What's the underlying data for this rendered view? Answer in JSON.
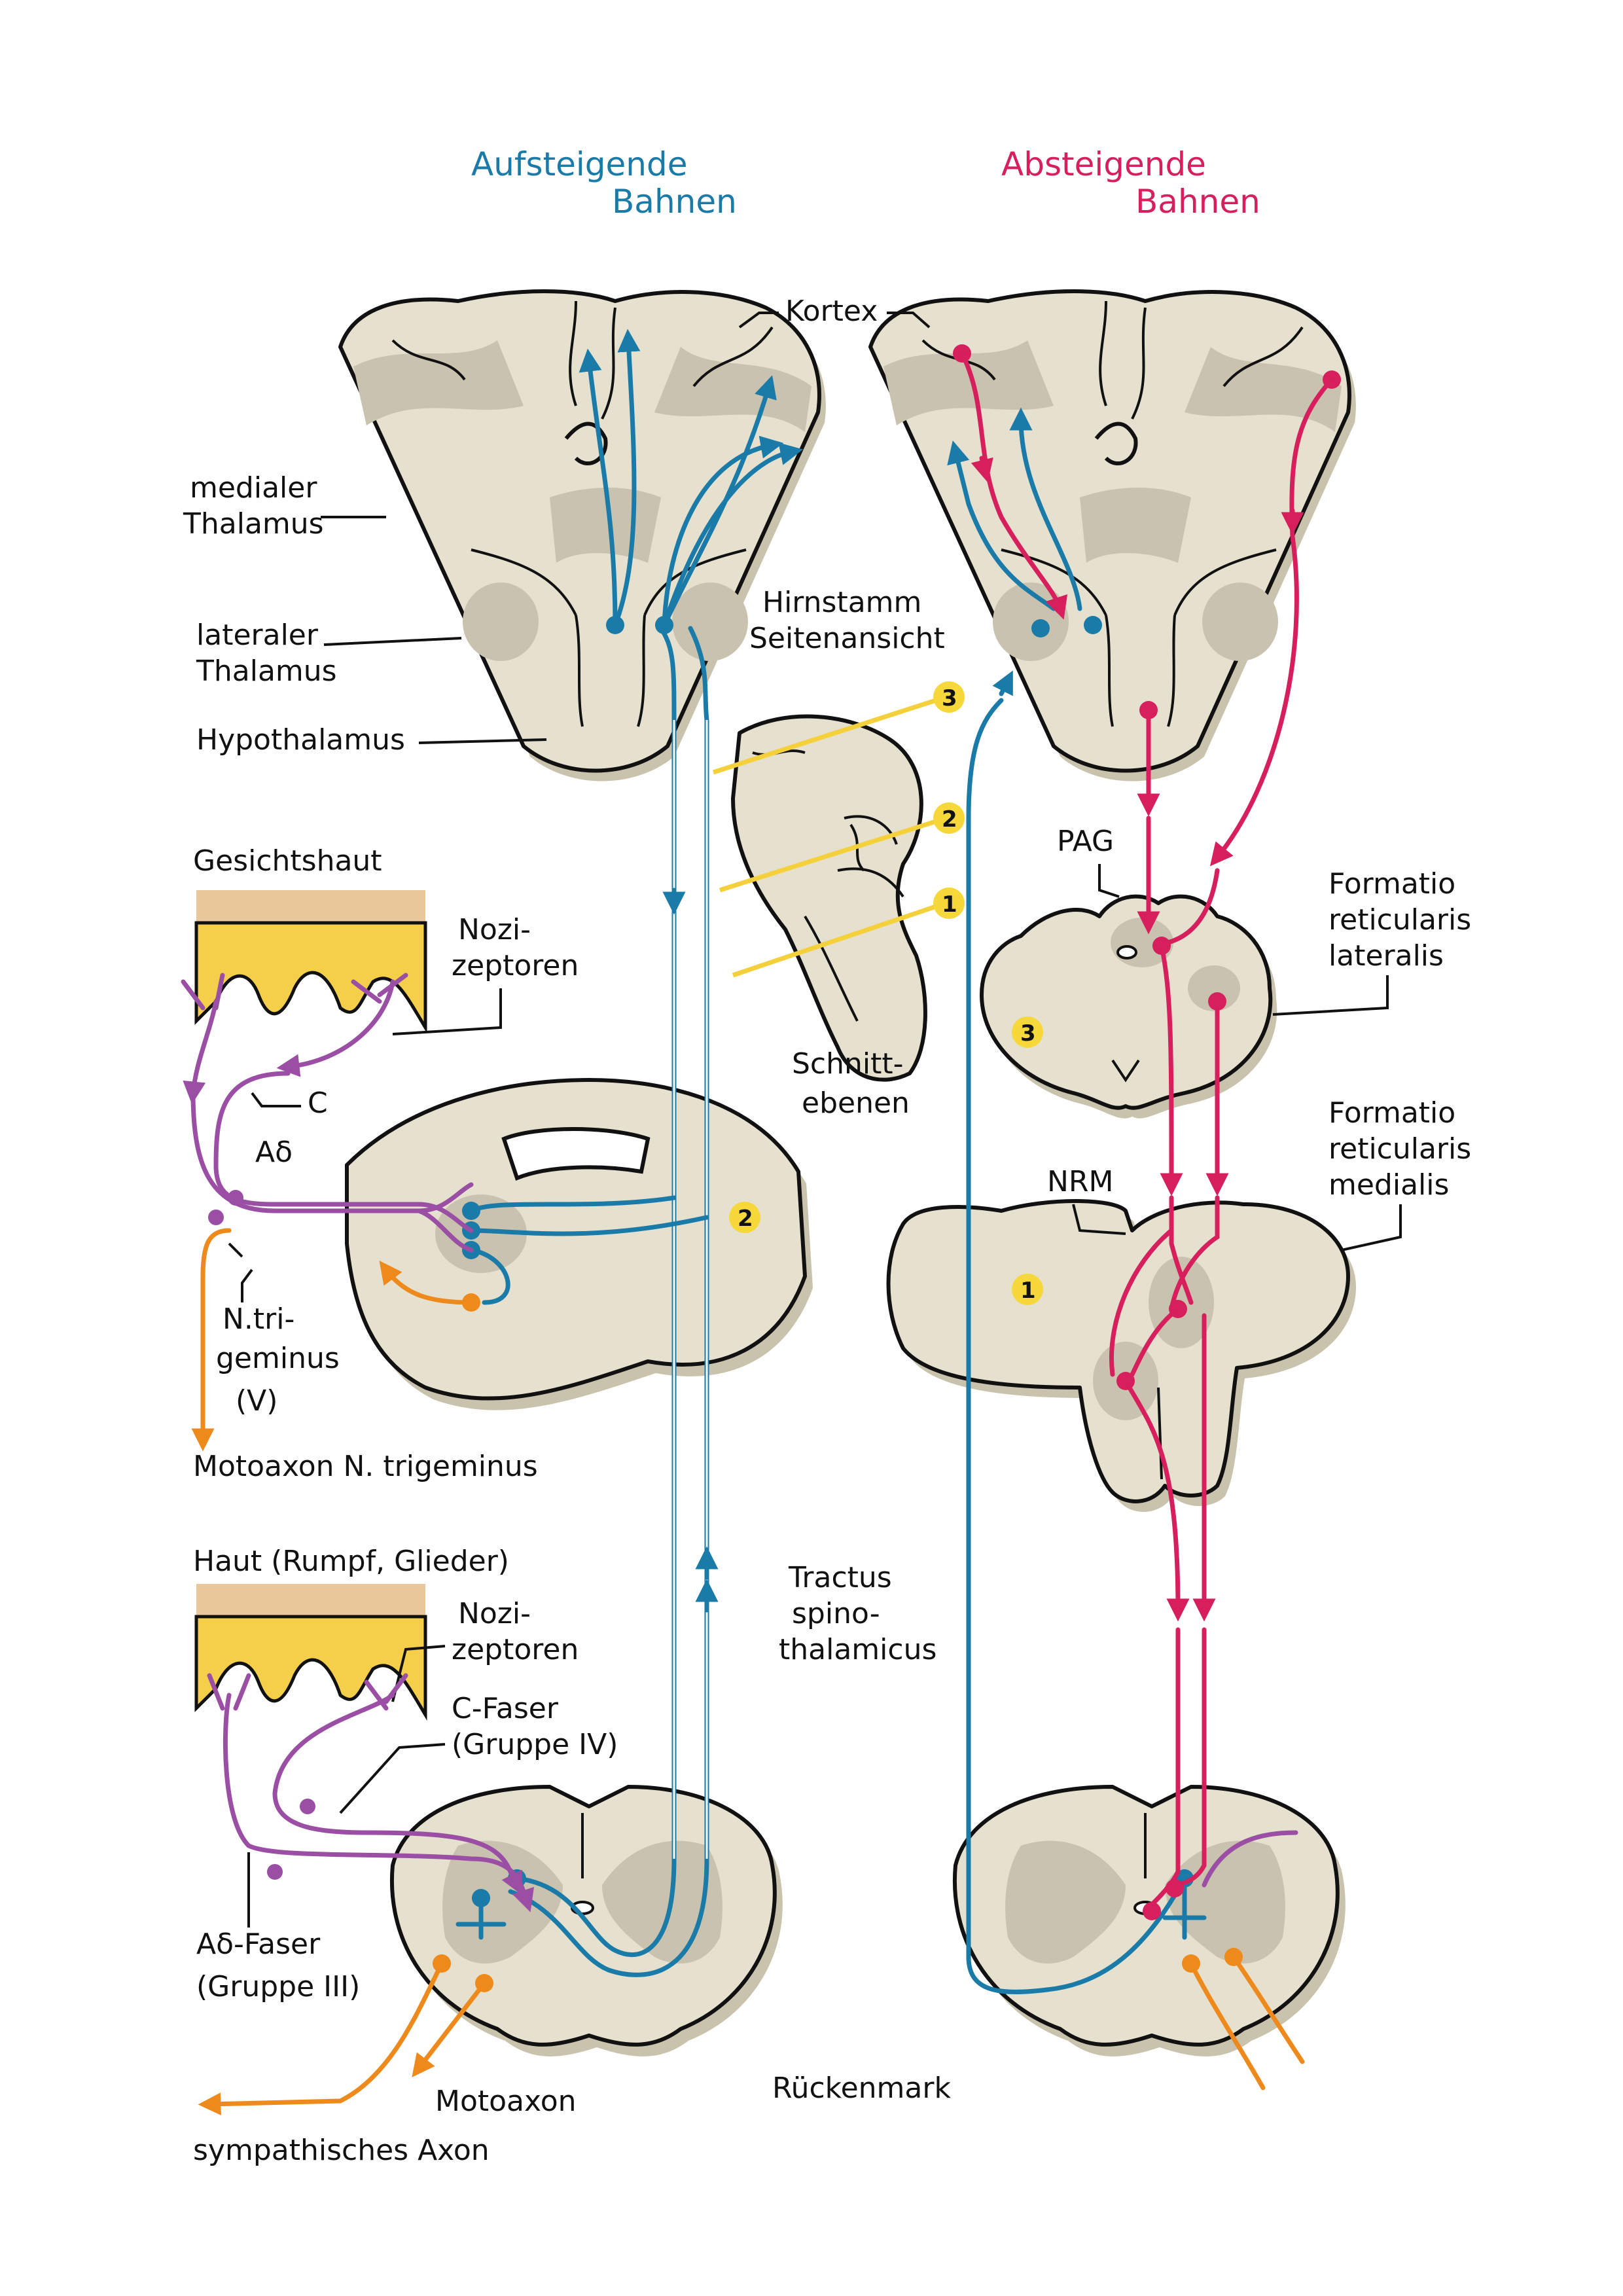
{
  "headers": {
    "ascending": [
      "Aufsteigende",
      "Bahnen"
    ],
    "descending": [
      "Absteigende",
      "Bahnen"
    ]
  },
  "labels": {
    "kortex": "Kortex",
    "medialer_thalamus": [
      "medialer",
      "Thalamus"
    ],
    "lateraler_thalamus": [
      "lateraler",
      "Thalamus"
    ],
    "hypothalamus": "Hypothalamus",
    "hirnstamm": [
      "Hirnstamm",
      "Seitenansicht"
    ],
    "schnittebenen": [
      "Schnitt-",
      "ebenen"
    ],
    "gesichtshaut": "Gesichtshaut",
    "nozizeptoren_top": [
      "Nozi-",
      "zeptoren"
    ],
    "c": "C",
    "a_delta": "Aδ",
    "n_trigeminus": [
      "N.tri-",
      "geminus",
      "(V)"
    ],
    "motoaxon_trigeminus": "Motoaxon N. trigeminus",
    "haut": "Haut (Rumpf, Glieder)",
    "nozizeptoren_bottom": [
      "Nozi-",
      "zeptoren"
    ],
    "c_faser": [
      "C-Faser",
      "(Gruppe IV)"
    ],
    "a_delta_faser": [
      "Aδ-Faser",
      "(Gruppe III)"
    ],
    "tractus": [
      "Tractus",
      "spino-",
      "thalamicus"
    ],
    "motoaxon": "Motoaxon",
    "sympathisches_axon": "sympathisches Axon",
    "rueckenmark": "Rückenmark",
    "pag": "PAG",
    "nrm": "NRM",
    "formatio_lateralis": [
      "Formatio",
      "reticularis",
      "lateralis"
    ],
    "formatio_medialis": [
      "Formatio",
      "reticularis",
      "medialis"
    ]
  },
  "section_badges": {
    "one": "1",
    "two": "2",
    "three": "3"
  },
  "colors": {
    "ascending": "#1a7aa8",
    "descending": "#d61f5c",
    "nociceptor": "#9a4fa5",
    "motor": "#ee8a1c",
    "section_plane": "#f4d13b",
    "tissue": "#e6e0cf",
    "skin": "#f6cf4a"
  }
}
